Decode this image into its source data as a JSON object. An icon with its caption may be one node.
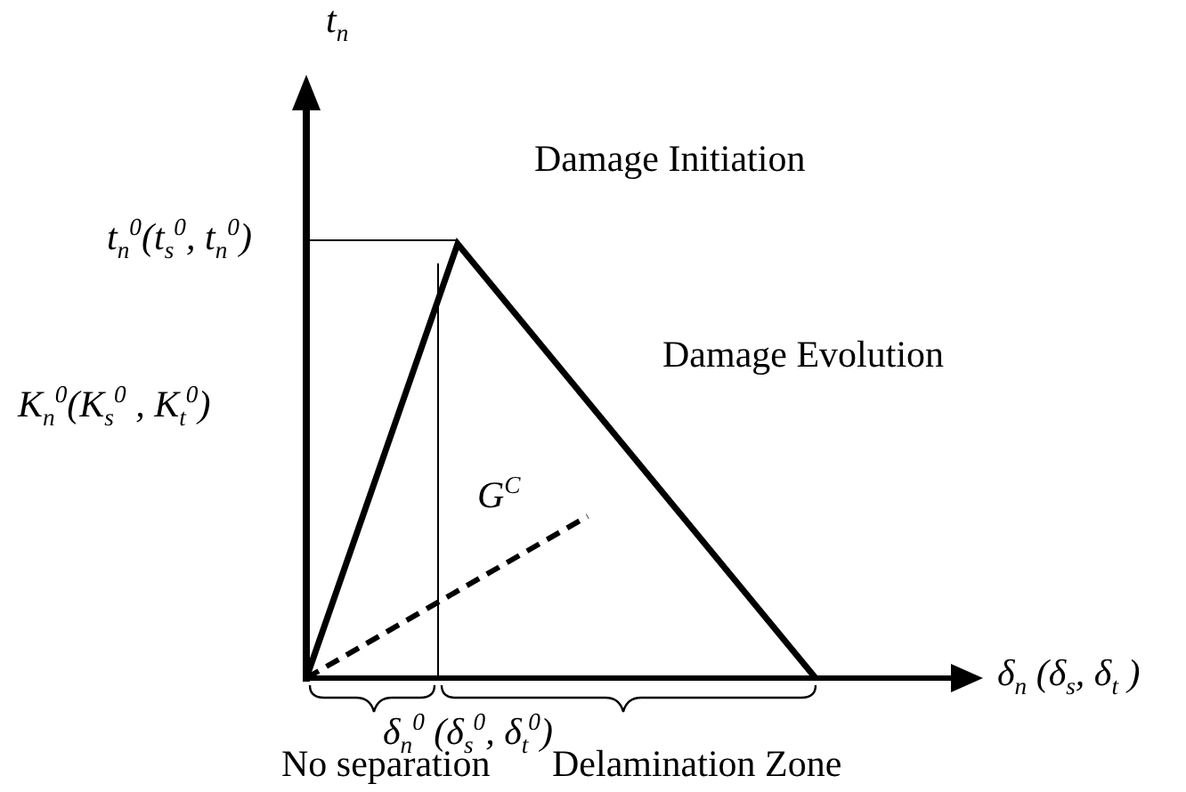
{
  "diagram": {
    "labels": [
      "t$_{n}$",
      "Damage Initiation",
      "t$_{n}$$^{0}$(t$_{s}$$^{0}$, t$_{n}$$^{0}$)",
      "Damage Evolution",
      "K$_{n}$$^{0}$(K$_{s}$$^{0}$ , K$_{t}$$^{0}$)",
      "G$^{C}$",
      "δ$_{n}$ (δ$_{s}$, δ$_{t}$ )",
      "δ$_{n}$$^{0}$ (δ$_{s}$$^{0}$, δ$_{t}$$^{0}$)",
      "No separation",
      "Delamination Zone"
    ]
  }
}
